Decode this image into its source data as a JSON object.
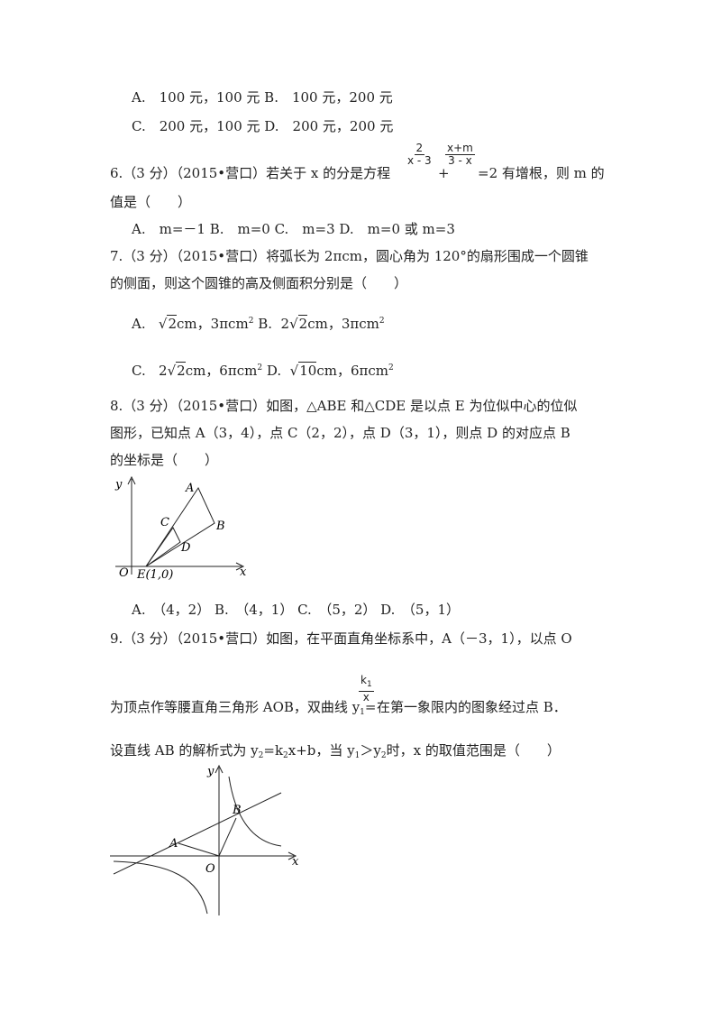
{
  "q5": {
    "opt_line1": "A.　100 元，100 元  B.　100 元，200 元",
    "opt_line2": "C.　200 元，100 元  D.　200 元，200 元"
  },
  "q6": {
    "prefix": "6.（3 分）（2015•营口）若关于 x 的分是方程",
    "frac1_num": "2",
    "frac1_den": "x - 3",
    "plus": "+",
    "frac2_num": "x+m",
    "frac2_den": "3 - x",
    "suffix": "=2 有增根，则 m 的",
    "line2": "值是（　　）",
    "options": "A.　m=－1 B.　m=0 C.　m=3 D.　m=0 或 m=3"
  },
  "q7": {
    "line1": "7.（3 分）（2015•营口）将弧长为 2πcm，圆心角为 120°的扇形围成一个圆锥",
    "line2": "的侧面，则这个圆锥的高及侧面积分别是（　　）",
    "optA_label": "A.",
    "optA_rad": "2",
    "optA_rest": "cm，3πcm",
    "optA_sup": "2",
    "optB_label": "B.",
    "optB_coef": "2",
    "optB_rad": "2",
    "optB_rest": "cm，3πcm",
    "optB_sup": "2",
    "optC_label": "C.",
    "optC_coef": "2",
    "optC_rad": "2",
    "optC_rest": "cm，6πcm",
    "optC_sup": "2",
    "optD_label": "D.",
    "optD_rad": "10",
    "optD_rest": "cm，6πcm",
    "optD_sup": "2"
  },
  "q8": {
    "line1": "8.（3 分）（2015•营口）如图，△ABE 和△CDE 是以点 E 为位似中心的位似",
    "line2": "图形，已知点 A（3，4），点 C（2，2），点 D（3，1），则点 D 的对应点 B",
    "line3": "的坐标是（　　）",
    "options": "A.　（4，2） B.　（4，1） C.　（5，2） D.　（5，1）",
    "fig": {
      "y": "y",
      "x": "x",
      "O": "O",
      "E": "E(1,0)",
      "A": "A",
      "B": "B",
      "C": "C",
      "D": "D"
    }
  },
  "q9": {
    "line1": "9.（3 分）（2015•营口）如图，在平面直角坐标系中，A（－3，1），以点 O",
    "frac_num": "k",
    "frac_num_sub": "1",
    "frac_den": "x",
    "line2_pre": "为顶点作等腰直角三角形 AOB，双曲线 y",
    "line2_sub": "1",
    "line2_eq": "=",
    "line2_post": "在第一象限内的图象经过点 B．",
    "line3_a": "设直线 AB 的解析式为 y",
    "line3_s1": "2",
    "line3_b": "=k",
    "line3_s2": "2",
    "line3_c": "x+b，当 y",
    "line3_s3": "1",
    "line3_d": "＞y",
    "line3_s4": "2",
    "line3_e": "时，x 的取值范围是（　　）",
    "fig": {
      "y": "y",
      "x": "x",
      "O": "O",
      "A": "A",
      "B": "B"
    }
  }
}
